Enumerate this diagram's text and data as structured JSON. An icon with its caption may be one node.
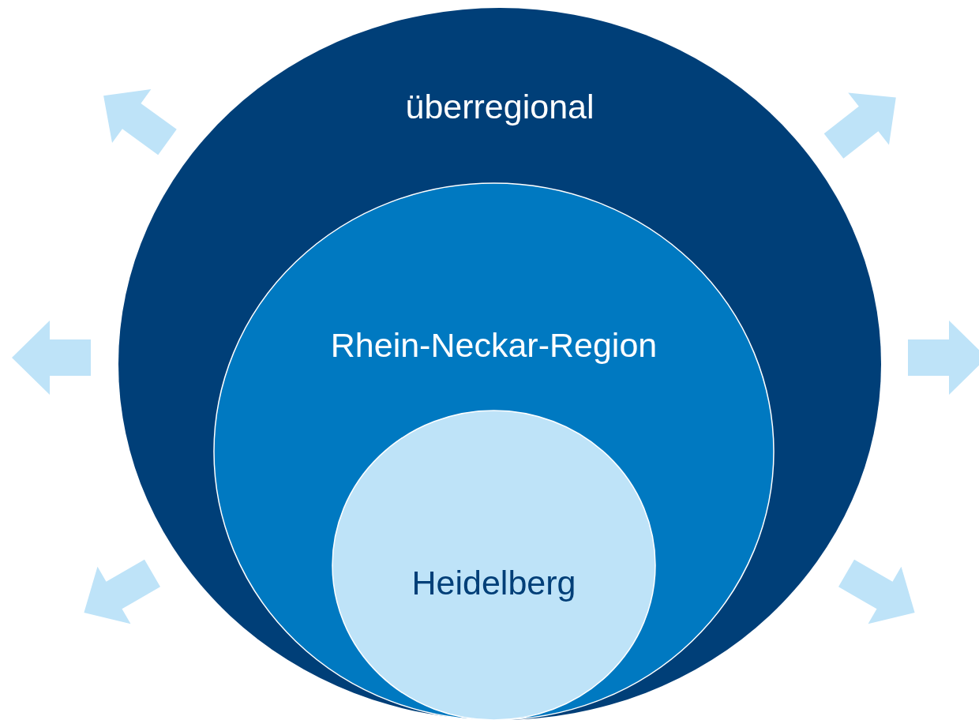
{
  "diagram": {
    "nodes": [
      {
        "text": [
          "überregional"
        ]
      },
      {
        "text": [
          "Rhein-Neckar-Region"
        ],
        "in": 0
      },
      {
        "text": [
          "Heidelberg"
        ],
        "in": 1
      }
    ]
  }
}
